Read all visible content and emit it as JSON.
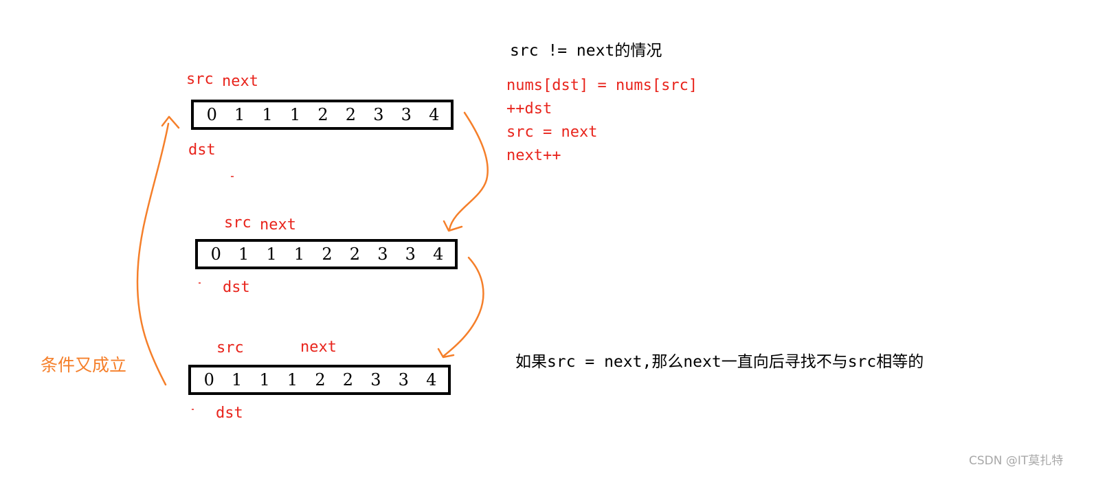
{
  "header": {
    "title": "src != next的情况"
  },
  "code_lines": [
    "nums[dst] = nums[src]",
    "++dst",
    "src = next",
    "next++"
  ],
  "note": "如果src = next,那么next一直向后寻找不与src相等的",
  "condition_label": "条件又成立",
  "arrays": [
    {
      "cells": [
        "0",
        "1",
        "1",
        "1",
        "2",
        "2",
        "3",
        "3",
        "4"
      ],
      "src_label": "src",
      "next_label": "next",
      "dst_label": "dst"
    },
    {
      "cells": [
        "0",
        "1",
        "1",
        "1",
        "2",
        "2",
        "3",
        "3",
        "4"
      ],
      "src_label": "src",
      "next_label": "next",
      "dst_label": "dst"
    },
    {
      "cells": [
        "0",
        "1",
        "1",
        "1",
        "2",
        "2",
        "3",
        "3",
        "4"
      ],
      "src_label": "src",
      "next_label": "next",
      "dst_label": "dst"
    }
  ],
  "watermark": "CSDN @IT莫扎特",
  "colors": {
    "pointer_red": "#e8241c",
    "arrow_orange": "#f57f2a",
    "box_black": "#000000"
  }
}
